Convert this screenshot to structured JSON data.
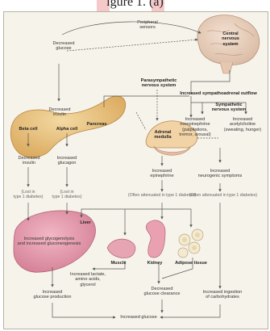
{
  "header": {
    "caption": "igure 1. (a)"
  },
  "nodes": {
    "peripheral_sensors": "Peripheral\nsensors",
    "cns": "Central\nnervous\nsystem",
    "decreased_glucose": "Decreased\nglucose",
    "parasympathetic": "Parasympathetic\nnervous system",
    "increased_sympathoadrenal": "Increased sympathoadrenal outflow",
    "sympathetic": "Sympathetic\nnervous system",
    "increased_norepinephrine": "Increased norepinephrine\n(palpitations,\ntremor, arousal)",
    "increased_acetylcholine": "Increased\nacetylcholine\n(sweating, hunger)",
    "decreased_insulin_top": "Decreased\ninsulin",
    "pancreas": "Pancreas",
    "beta_cell": "Beta cell",
    "alpha_cell": "Alpha cell",
    "adrenal_medulla": "Adrenal\nmedulla",
    "decreased_insulin": "Decreased\ninsulin",
    "increased_glucagon": "Increased\nglucagon",
    "increased_epinephrine": "Increased\nepinephrine",
    "increased_neurogenic": "Increased\nneurogenic symptoms",
    "lost_type1_a": "(Lost in\ntype 1 diabetes)",
    "lost_type1_b": "(Lost in\ntype 1 diabetes)",
    "often_attenuated_a": "(Often attenuated in type 1 diabetes)",
    "often_attenuated_b": "(Often attenuated in type 1 diabetes)",
    "liver": "Liver",
    "glycogenolysis": "Increased glycogenolysis\nand increased gluconeogenesis",
    "muscle": "Muscle",
    "kidney": "Kidney",
    "adipose": "Adipose tissue",
    "lactate": "Increased lactate,\namino acids,\nglycerol",
    "increased_glucose_production": "Increased\nglucose production",
    "decreased_glucose_clearance": "Decreased\nglucose clearance",
    "increased_ingestion": "Increased ingestion\nof carbohydrates",
    "increased_glucose": "Increased glucose"
  }
}
